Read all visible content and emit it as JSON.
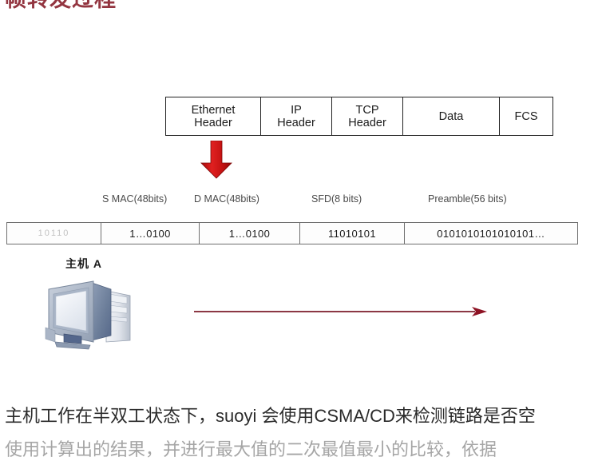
{
  "slide": {
    "title": "帧转发过程",
    "title_color": "#8a2430",
    "background": "#ffffff"
  },
  "pdu_table": {
    "cells": [
      {
        "line1": "Ethernet",
        "line2": "Header"
      },
      {
        "line1": "IP",
        "line2": "Header"
      },
      {
        "line1": "TCP",
        "line2": "Header"
      },
      {
        "line1": "Data",
        "line2": ""
      },
      {
        "line1": "FCS",
        "line2": ""
      }
    ]
  },
  "arrows": {
    "down_arrow_color": "#c01414",
    "transmit_arrow_color": "#7b1b2a"
  },
  "field_labels": {
    "source_mac": "S MAC(48bits)",
    "dest_mac": "D MAC(48bits)",
    "sfd": "SFD(8 bits)",
    "preamble": "Preamble(56  bits)"
  },
  "frame_table": {
    "cells": [
      "10110",
      "1…0100",
      "1…0100",
      "11010101",
      "0101010101010101…"
    ]
  },
  "host": {
    "label": "主机 A"
  },
  "body_text": {
    "line1": "主机工作在半双工状态下，suoyi 会使用CSMA/CD来检测链路是否空",
    "line2": "使用计算出的结果，并进行最大值的二次最值最小的比较，依据"
  }
}
